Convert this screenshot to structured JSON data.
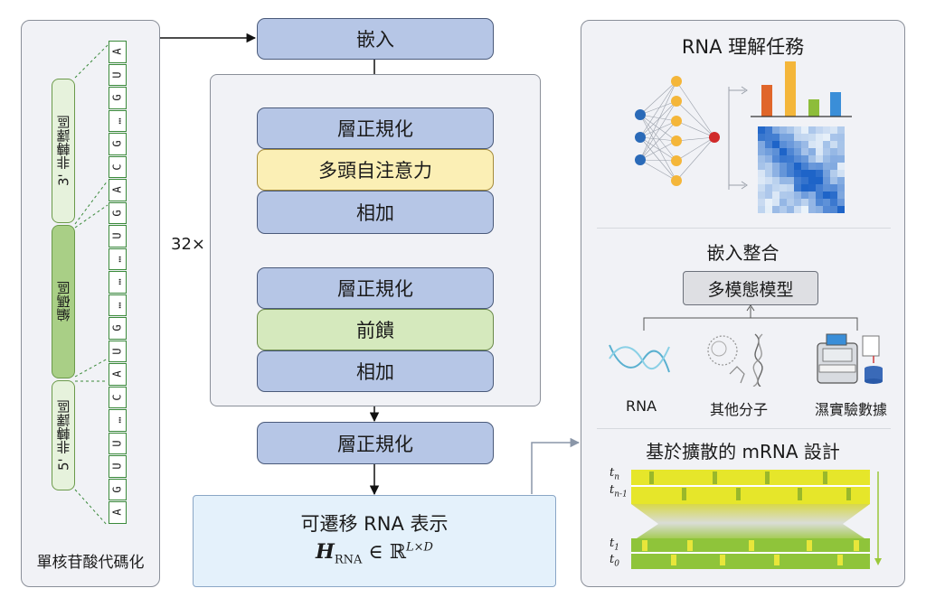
{
  "left_panel": {
    "caption": "單核苷酸代碼化",
    "region_3utr": "3' 非轉譯區",
    "region_cds": "編碼區",
    "region_5utr": "5' 非轉譯區",
    "sequence": [
      "A",
      "G",
      "U",
      "U",
      "…",
      "C",
      "A",
      "U",
      "G",
      "…",
      "…",
      "…",
      "U",
      "G",
      "A",
      "C",
      "G",
      "…",
      "G",
      "U",
      "A"
    ]
  },
  "center": {
    "embed": "嵌入",
    "repeat": "32×",
    "layer_norm_1": "層正規化",
    "mhsa": "多頭自注意力",
    "add_1": "相加",
    "layer_norm_2": "層正規化",
    "ffn": "前饋",
    "add_2": "相加",
    "layer_norm_final": "層正規化",
    "output_title": "可遷移 RNA 表示",
    "formula": {
      "H": "H",
      "sub": "RNA",
      "in": "∈",
      "R": "ℝ",
      "sup": "L×D"
    }
  },
  "right_panel": {
    "understanding_title": "RNA 理解任務",
    "integration_title": "嵌入整合",
    "multimodal_box": "多模態模型",
    "source_rna": "RNA",
    "source_molecules": "其他分子",
    "source_wetlab": "濕實驗數據",
    "design_title": "基於擴散的 mRNA 設計",
    "t_n": "n",
    "t_n1": "n-1",
    "t_1": "1",
    "t_0": "0",
    "t_letter": "t"
  },
  "colors": {
    "block_blue": "#b6c6e6",
    "block_yellow": "#fbefb5",
    "block_green": "#d5e9bd",
    "bar_colors": [
      "#e0662a",
      "#f4b63a",
      "#8dbd3a",
      "#3a8ed8"
    ]
  }
}
